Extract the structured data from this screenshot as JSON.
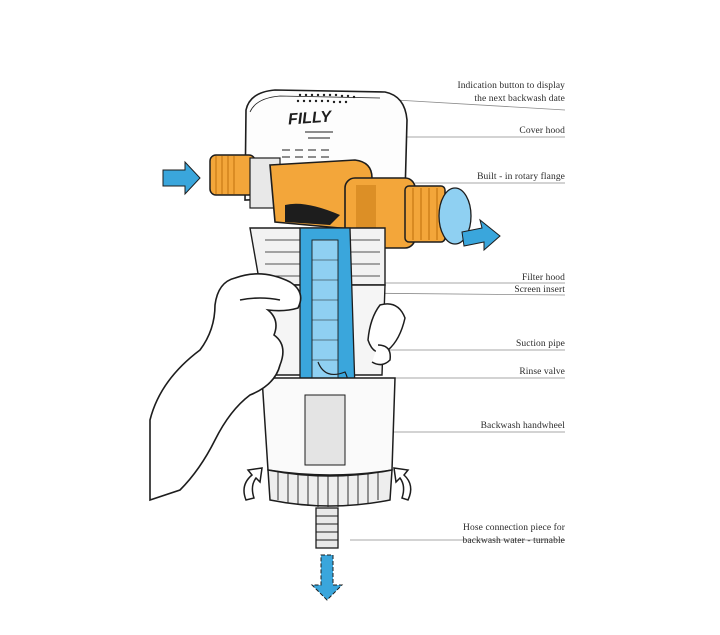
{
  "brand": "FILLY",
  "labels": {
    "indication_line1": "Indication button to display",
    "indication_line2": "the next backwash date",
    "cover_hood": "Cover hood",
    "rotary_flange": "Built - in rotary flange",
    "filter_hood": "Filter hood",
    "screen_insert": "Screen insert",
    "suction_pipe": "Suction pipe",
    "rinse_valve": "Rinse valve",
    "backwash_handwheel": "Backwash handwheel",
    "hose_line1": "Hose connection piece for",
    "hose_line2": "backwash water - turnable"
  },
  "colors": {
    "brass": "#F3A63A",
    "brass_dark": "#C97B16",
    "water_blue": "#3AA6DC",
    "water_light": "#8FD0F2",
    "outline": "#1d1d1d",
    "leader": "#8a8a8a"
  }
}
